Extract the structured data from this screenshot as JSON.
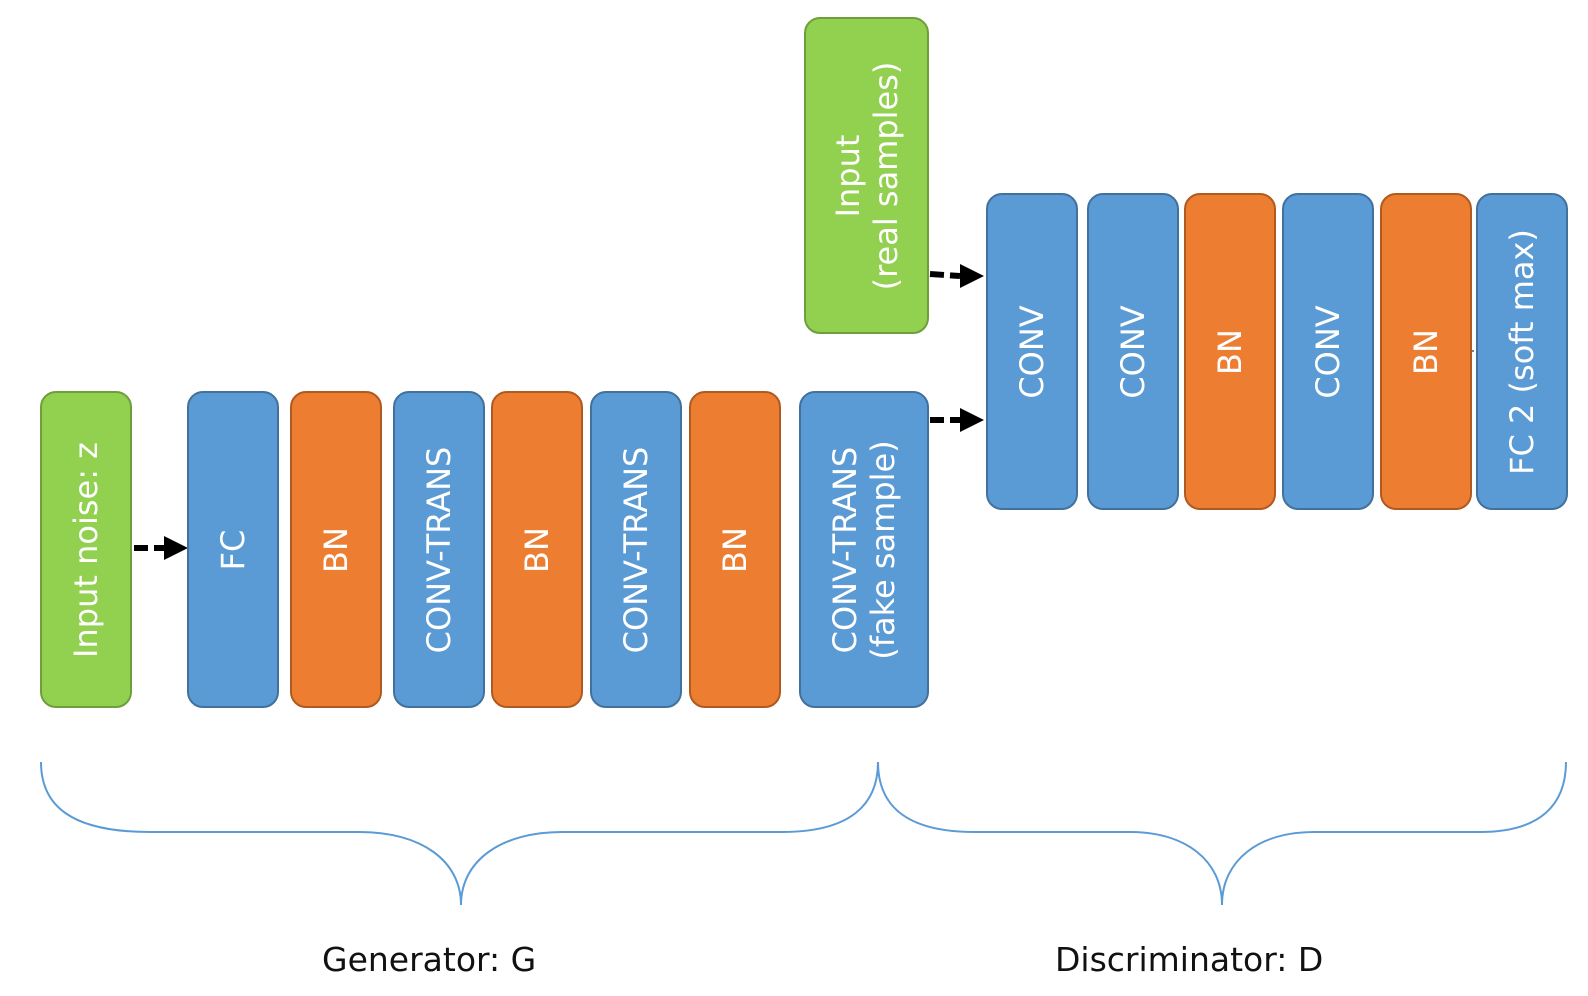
{
  "generator": {
    "input_noise": "Input noise:  z",
    "fc": "FC",
    "bn1": "BN",
    "conv_trans1": "CONV-TRANS",
    "bn2": "BN",
    "conv_trans2": "CONV-TRANS",
    "bn3": "BN",
    "conv_trans_out_line1": "CONV-TRANS",
    "conv_trans_out_line2": "(fake sample)",
    "caption": "Generator: G"
  },
  "discriminator": {
    "input_line1": "Input",
    "input_line2": "(real samples)",
    "conv1": "CONV",
    "conv2": "CONV",
    "bn1": "BN",
    "conv3": "CONV",
    "bn2": "BN",
    "fc": "FC  2 (soft max)",
    "caption": "Discriminator: D"
  },
  "colors": {
    "layer_blue": "#5b9bd5",
    "layer_orange": "#ed7d31",
    "input_green": "#92d050",
    "brace": "#5b9bd5",
    "arrow": "#000000"
  }
}
